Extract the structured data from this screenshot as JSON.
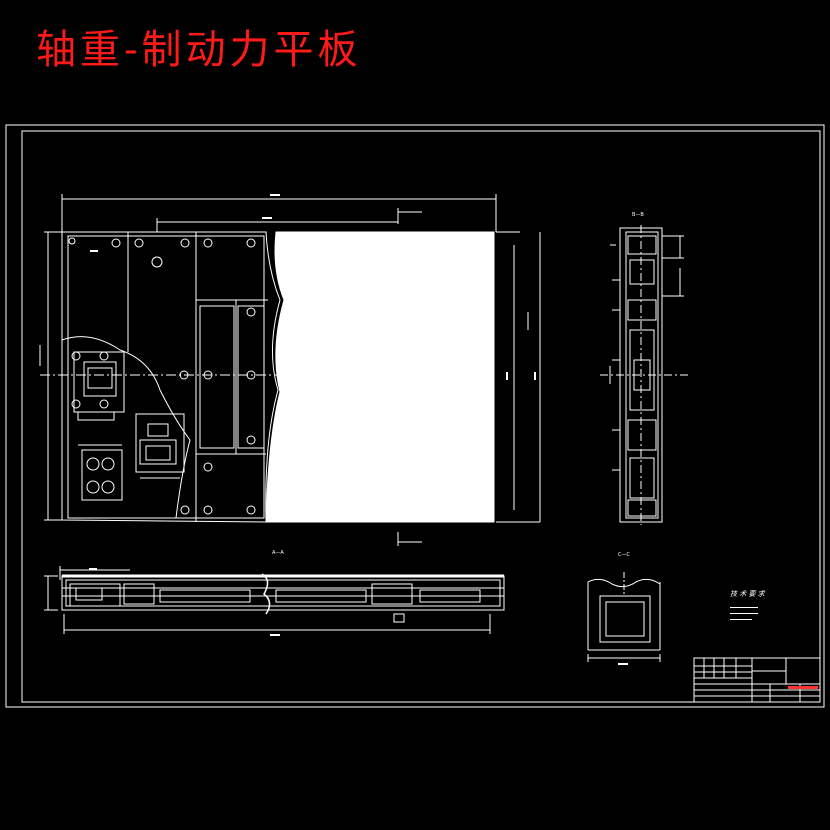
{
  "title": "轴重-制动力平板",
  "drawing": {
    "section_labels": {
      "aa": "A—A",
      "bb": "B—B",
      "cc": "C—C"
    },
    "technical_requirements": {
      "heading": "技 术 要 求"
    },
    "colors": {
      "background": "#000000",
      "lines": "#ffffff",
      "title": "#ff1a1a",
      "title_block_stripe": "#ff3333"
    }
  }
}
